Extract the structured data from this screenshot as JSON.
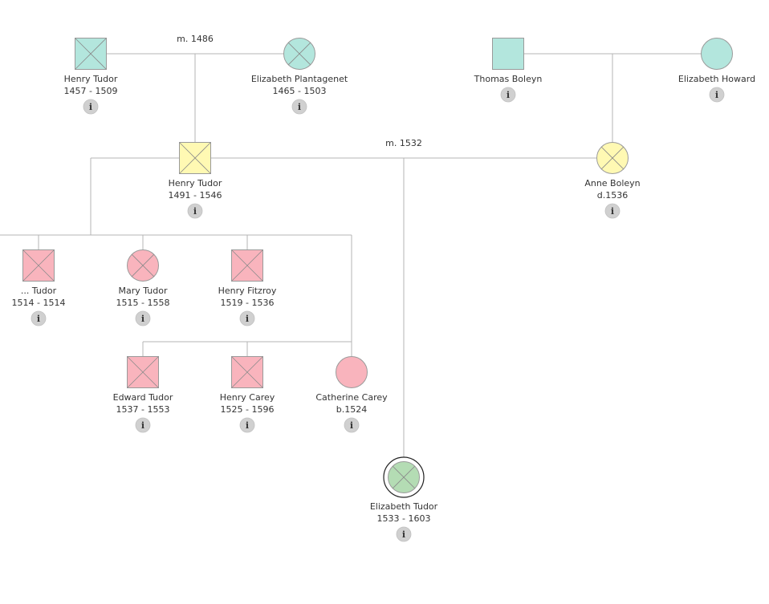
{
  "colors": {
    "line": "#b4b4b4",
    "teal": "#b3e6dd",
    "yellow": "#fff9b3",
    "pink": "#f9b4bd",
    "green": "#b4dcb4",
    "info_bg": "#d0d0d0"
  },
  "marriage_labels": [
    "m. 1486",
    "m. 1532"
  ],
  "people": [
    {
      "id": "henry-tudor-1457",
      "name": "Henry Tudor",
      "dates": "1457 - 1509",
      "sex": "male",
      "color": "teal",
      "deceased": true,
      "selected": false
    },
    {
      "id": "elizabeth-plantagenet",
      "name": "Elizabeth Plantagenet",
      "dates": "1465 - 1503",
      "sex": "female",
      "color": "teal",
      "deceased": true,
      "selected": false
    },
    {
      "id": "thomas-boleyn",
      "name": "Thomas Boleyn",
      "dates": "",
      "sex": "male",
      "color": "teal",
      "deceased": false,
      "selected": false
    },
    {
      "id": "elizabeth-howard",
      "name": "Elizabeth Howard",
      "dates": "",
      "sex": "female",
      "color": "teal",
      "deceased": false,
      "selected": false
    },
    {
      "id": "henry-tudor-1491",
      "name": "Henry Tudor",
      "dates": "1491 - 1546",
      "sex": "male",
      "color": "yellow",
      "deceased": true,
      "selected": false
    },
    {
      "id": "anne-boleyn",
      "name": "Anne Boleyn",
      "dates": "d.1536",
      "sex": "female",
      "color": "yellow",
      "deceased": true,
      "selected": false
    },
    {
      "id": "tudor-1514",
      "name": "... Tudor",
      "dates": "1514 - 1514",
      "sex": "male",
      "color": "pink",
      "deceased": true,
      "selected": false
    },
    {
      "id": "mary-tudor",
      "name": "Mary Tudor",
      "dates": "1515 - 1558",
      "sex": "female",
      "color": "pink",
      "deceased": true,
      "selected": false
    },
    {
      "id": "henry-fitzroy",
      "name": "Henry Fitzroy",
      "dates": "1519 - 1536",
      "sex": "male",
      "color": "pink",
      "deceased": true,
      "selected": false
    },
    {
      "id": "edward-tudor",
      "name": "Edward Tudor",
      "dates": "1537 - 1553",
      "sex": "male",
      "color": "pink",
      "deceased": true,
      "selected": false
    },
    {
      "id": "henry-carey",
      "name": "Henry Carey",
      "dates": "1525 - 1596",
      "sex": "male",
      "color": "pink",
      "deceased": true,
      "selected": false
    },
    {
      "id": "catherine-carey",
      "name": "Catherine Carey",
      "dates": "b.1524",
      "sex": "female",
      "color": "pink",
      "deceased": false,
      "selected": false
    },
    {
      "id": "elizabeth-tudor",
      "name": "Elizabeth Tudor",
      "dates": "1533 - 1603",
      "sex": "female",
      "color": "green",
      "deceased": true,
      "selected": true
    }
  ],
  "info_glyph": "i"
}
